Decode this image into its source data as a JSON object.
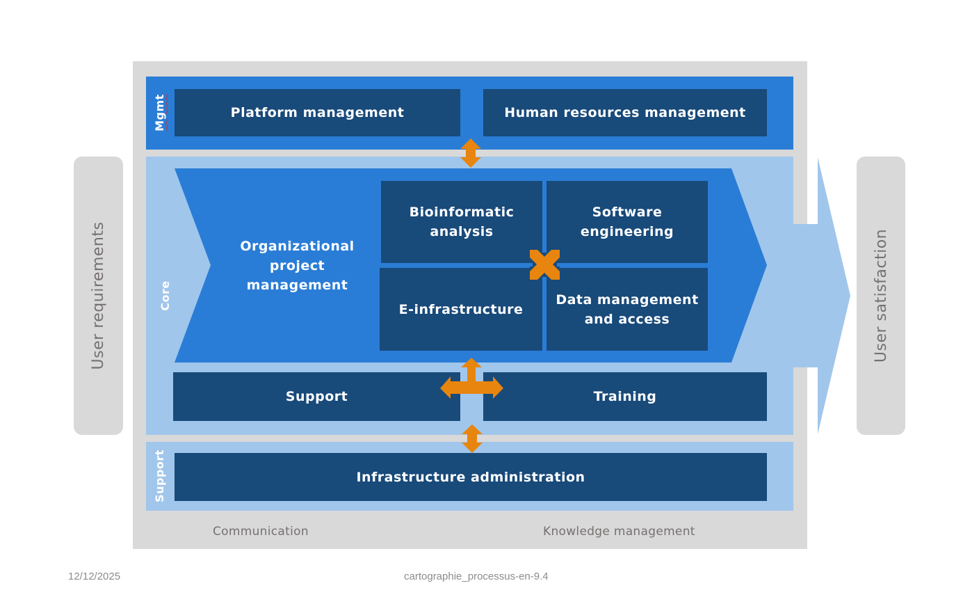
{
  "colors": {
    "frame_gray": "#d9d9d9",
    "medium_blue": "#2a7dd6",
    "light_blue": "#a1c6eb",
    "dark_blue": "#184a7a",
    "arrow_orange": "#e8850e",
    "pill_text_gray": "#767171"
  },
  "inputs_pill": {
    "label": "User requirements"
  },
  "outputs_pill": {
    "label": "User satisfaction"
  },
  "bands": {
    "management": {
      "label": "Mgmt",
      "processes": [
        "Platform management",
        "Human resources management"
      ]
    },
    "core": {
      "label": "Core",
      "chevron_process": "Organizational project management",
      "grid_processes": [
        "Bioinformatic analysis",
        "Software engineering",
        "E-infrastructure",
        "Data management and access"
      ],
      "lower_processes": [
        "Support",
        "Training"
      ]
    },
    "support": {
      "label": "Support",
      "processes": [
        "Infrastructure administration"
      ]
    }
  },
  "transversal": [
    "Communication",
    "Knowledge management"
  ],
  "arrows": [
    {
      "type": "double-vertical",
      "connects": "Mgmt ↔ Core"
    },
    {
      "type": "four-way",
      "connects": "core grid processes"
    },
    {
      "type": "three-way",
      "connects": "Core ↔ Support / Training"
    },
    {
      "type": "double-vertical",
      "connects": "Core ↔ Support band"
    }
  ],
  "footer": {
    "date": "12/12/2025",
    "document_name": "cartographie_processus-en-9.4"
  }
}
